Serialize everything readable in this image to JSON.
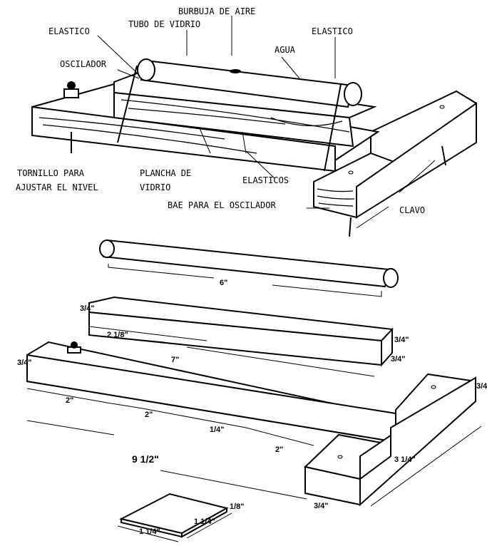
{
  "assembled_labels": {
    "air_bubble": "BURBUJA DE AIRE",
    "glass_tube": "TUBO DE VIDRIO",
    "elastic_left": "ELASTICO",
    "elastic_right": "ELASTICO",
    "water": "AGUA",
    "oscillator": "OSCILADOR",
    "screw_line1": "TORNILLO PARA",
    "screw_line2": "AJUSTAR EL NIVEL",
    "glass_plate_line1": "PLANCHA DE",
    "glass_plate_line2": "VIDRIO",
    "elastics": "ELASTICOS",
    "oscillator_base": "BAE PARA EL OSCILADOR",
    "nail": "CLAVO"
  },
  "dimensions": {
    "tube_length": "6\"",
    "oscillator_height": "3/4\"",
    "oscillator_offset": "2 1/8\"",
    "oscillator_length": "7\"",
    "oscillator_end_height": "3/4\"",
    "oscillator_end_width": "3/4\"",
    "base_height": "3/4\"",
    "base_seg1": "2\"",
    "base_seg2": "2\"",
    "base_seg3": "1/4\"",
    "base_seg4": "2\"",
    "base_length": "9 1/2\"",
    "cross_height": "3/4\"",
    "cross_length": "3 1/4\"",
    "cross_width": "3/4\"",
    "plate_thickness": "1/8\"",
    "plate_width": "1 1/4\"",
    "plate_depth": "1 1/4\""
  }
}
